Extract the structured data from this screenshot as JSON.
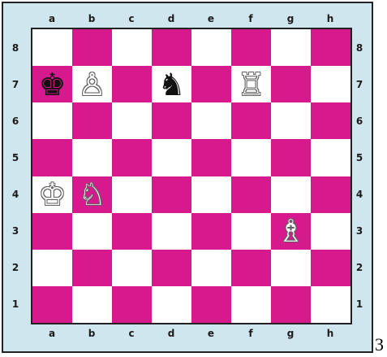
{
  "board": {
    "files": [
      "a",
      "b",
      "c",
      "d",
      "e",
      "f",
      "g",
      "h"
    ],
    "ranks": [
      "8",
      "7",
      "6",
      "5",
      "4",
      "3",
      "2",
      "1"
    ],
    "light_color": "#ffffff",
    "dark_color": "#d6198c",
    "pieces": [
      {
        "square": "a7",
        "color": "black",
        "type": "king",
        "glyph": "♚"
      },
      {
        "square": "b7",
        "color": "white",
        "type": "pawn",
        "glyph": "♙"
      },
      {
        "square": "d7",
        "color": "black",
        "type": "knight",
        "glyph": "♞"
      },
      {
        "square": "f7",
        "color": "white",
        "type": "rook",
        "glyph": "♖"
      },
      {
        "square": "a4",
        "color": "white",
        "type": "king",
        "glyph": "♔"
      },
      {
        "square": "b4",
        "color": "white",
        "type": "knight",
        "glyph": "♘"
      },
      {
        "square": "g3",
        "color": "white",
        "type": "bishop",
        "glyph": "♗"
      }
    ]
  },
  "caption": "3"
}
